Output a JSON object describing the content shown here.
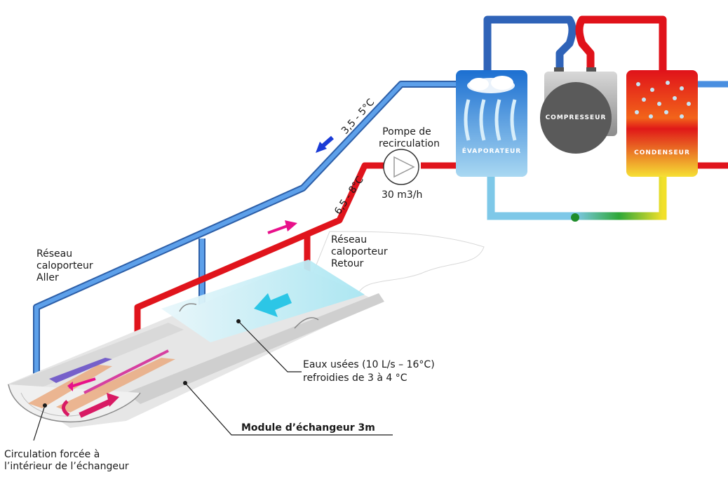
{
  "units": {
    "evaporator_label": "ÉVAPORATEUR",
    "compressor_label": "COMPRESSEUR",
    "condenser_label": "CONDENSEUR"
  },
  "pump": {
    "label_line1": "Pompe de",
    "label_line2": "recirculation",
    "flow": "30 m3/h"
  },
  "temperatures": {
    "supply": "3,5 - 5°C",
    "return": "6,5 - 8°C"
  },
  "network": {
    "supply_line1": "Réseau",
    "supply_line2": "caloporteur",
    "supply_line3": "Aller",
    "return_line1": "Réseau",
    "return_line2": "caloporteur",
    "return_line3": "Retour"
  },
  "wastewater": {
    "line1": "Eaux usées (10 L/s – 16°C)",
    "line2": "refroidies de 3 à 4 °C"
  },
  "module_label": "Module d’échangeur 3m",
  "circulation": {
    "line1": "Circulation forcée à",
    "line2": "l’intérieur de l’échangeur"
  },
  "colors": {
    "cold_pipe": "#4a8fe0",
    "hot_pipe": "#e0141c",
    "compressor": "#5a5a5a",
    "magenta_arrow": "#e8108a",
    "cyan_arrow": "#2cc6e6"
  }
}
